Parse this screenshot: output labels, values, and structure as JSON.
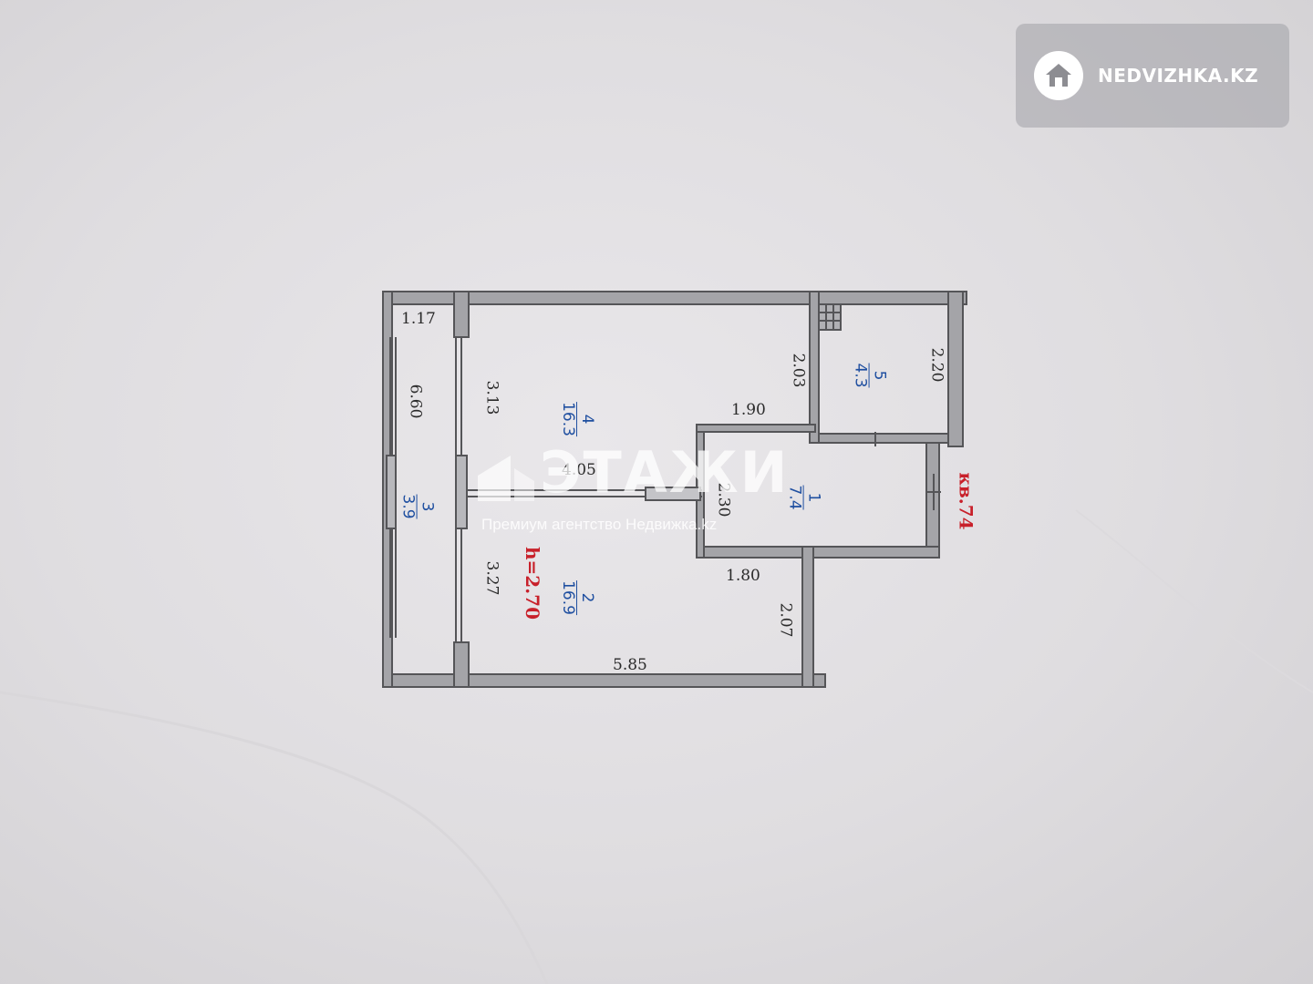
{
  "badge": {
    "site_name": "NEDVIZHKA.KZ",
    "icon": "home-icon"
  },
  "watermark": {
    "brand": "ЭТАЖИ",
    "tagline": "Премиум агентство Недвижка.kz"
  },
  "plan": {
    "dimensions": {
      "d_1_17": "1.17",
      "d_6_60": "6.60",
      "d_3_13": "3.13",
      "d_4_05": "4.05",
      "d_3_27": "3.27",
      "d_1_90": "1.90",
      "d_1_80": "1.80",
      "d_2_03": "2.03",
      "d_2_20": "2.20",
      "d_2_30": "2.30",
      "d_2_07": "2.07",
      "d_5_85": "5.85"
    },
    "rooms": [
      {
        "number": "1",
        "area": "7.4"
      },
      {
        "number": "2",
        "area": "16.9"
      },
      {
        "number": "3",
        "area": "3.9"
      },
      {
        "number": "4",
        "area": "16.3"
      },
      {
        "number": "5",
        "area": "4.3"
      }
    ],
    "ceiling_height": "h=2.70",
    "apartment_number": "кв.74"
  },
  "colors": {
    "wall": "#6f6f73",
    "wall_fill": "#9a9a9e",
    "room_label": "#1f4fa0",
    "accent_red": "#c8202a",
    "badge_bg": "#a0a0a5"
  }
}
